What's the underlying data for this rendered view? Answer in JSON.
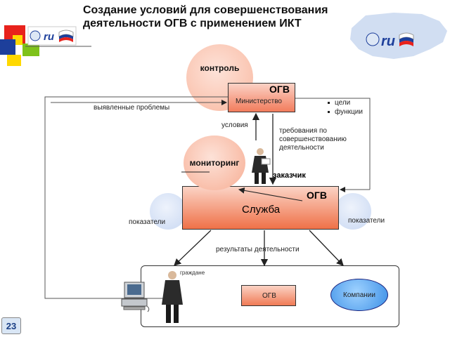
{
  "title": "Создание условий для совершенствования деятельности ОГВ с применением ИКТ",
  "logo": {
    "text": "ru"
  },
  "nodes": {
    "kontrol": "контроль",
    "ministry_org": "ОГВ",
    "ministry_name": "Министерство",
    "monitoring": "мониторинг",
    "service_org": "ОГВ",
    "service_name": "Служба",
    "bottom_ogv": "ОГВ",
    "company": "Компании",
    "citizens": "граждане",
    "customer": "заказчик"
  },
  "labels": {
    "problems": "выявленные проблемы",
    "goals": "цели",
    "functions": "функции",
    "conditions": "условия",
    "requirements_line1": "требования по",
    "requirements_line2": "совершенствованию",
    "requirements_line3": "деятельности",
    "indicators_left": "показатели",
    "indicators_right": "показатели",
    "results": "результаты деятельности"
  },
  "page_number": "23",
  "colors": {
    "deco_red": "#e8221c",
    "deco_blue": "#1d3f9b",
    "deco_yellow": "#ffd800",
    "deco_green": "#7ec21a"
  }
}
